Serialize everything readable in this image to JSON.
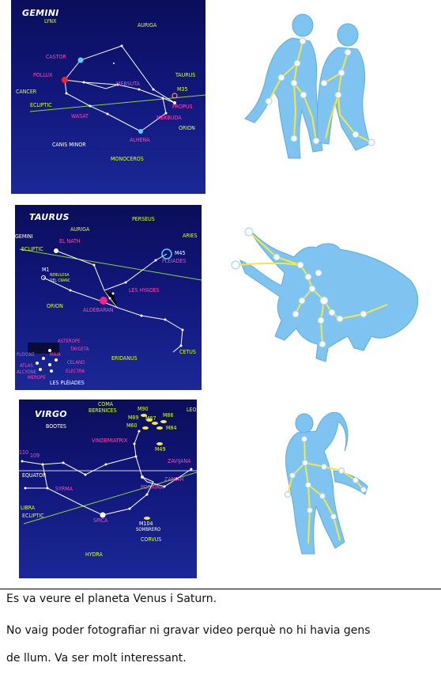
{
  "gemini": {
    "title": "GEMINI",
    "labels": {
      "lynx": "LYNX",
      "auriga": "AURIGA",
      "castor": "CASTOR",
      "pollux": "POLLUX",
      "cancer": "CANCER",
      "mebsuta": "MEBSUTA",
      "m35": "M35",
      "taurus": "TAURUS",
      "ecliptic": "ECLIPTIC",
      "propus": "PROPUS",
      "wasat": "WASAT",
      "mekbuda": "MEKBUDA",
      "orion": "ORION",
      "alhena": "ALHENA",
      "canis_minor": "CANIS MINOR",
      "monoceros": "MONOCEROS"
    }
  },
  "taurus": {
    "title": "TAURUS",
    "labels": {
      "perseus": "PERSEUS",
      "gemini": "GEMINI",
      "auriga": "AURIGA",
      "aries": "ARIES",
      "el_nath": "EL NATH",
      "m45": "M45",
      "pleiades": "PLEIADES",
      "ecliptic": "ECLIPTIC",
      "m1": "M1",
      "nebulosa": "NEBULOSA",
      "del_cranc": "DEL CRANC",
      "les_hyades": "LES HYADES",
      "orion": "ORION",
      "aldebaran": "ALDEBARAN",
      "asterope": "ASTEROPE",
      "taygeta": "TAYGETA",
      "pleione": "PLEIONE",
      "maia": "MAIA",
      "atlas": "ATLAS",
      "celano": "CELANO",
      "alcyone": "ALCYONE",
      "electra": "ELECTRA",
      "merope": "MEROPE",
      "eridanus": "ERIDANUS",
      "cetus": "CETUS",
      "les_pleiades": "LES PLÈIADES"
    }
  },
  "virgo": {
    "title": "VIRGO",
    "labels": {
      "coma": "COMA",
      "berenices": "BERENICES",
      "leo": "LEO",
      "bootes": "BOOTES",
      "m90": "M90",
      "m89": "M89",
      "m87": "M87",
      "m86": "M86",
      "m60": "M60",
      "m84": "M84",
      "vindemiatrix": "VINDEMIATRIX",
      "m49": "M49",
      "n110": "110",
      "n109": "109",
      "zavijana": "ZAVIJANA",
      "equator": "EQUATOR",
      "zaniah": "ZANIAH",
      "syrma": "SYRMA",
      "porrima": "PORRIMA",
      "libra": "LIBRA",
      "ecliptic": "ECLIPTIC",
      "spica": "SPICA",
      "m104": "M104",
      "sombrero": "SOMBRERO",
      "corvus": "CORVUS",
      "hydra": "HYDRA"
    }
  },
  "figures": {
    "gemini_icon": "twins-figure-icon",
    "taurus_icon": "bull-figure-icon",
    "virgo_icon": "maiden-figure-icon",
    "figure_color": "#7fc4f0",
    "line_color": "#f4e842"
  },
  "notes": {
    "line1": "Es va veure el planeta Venus i Saturn.",
    "line2": "No vaig poder fotografiar ni gravar video perquè no hi havia gens",
    "line3": "de llum. Va ser molt interessant."
  }
}
